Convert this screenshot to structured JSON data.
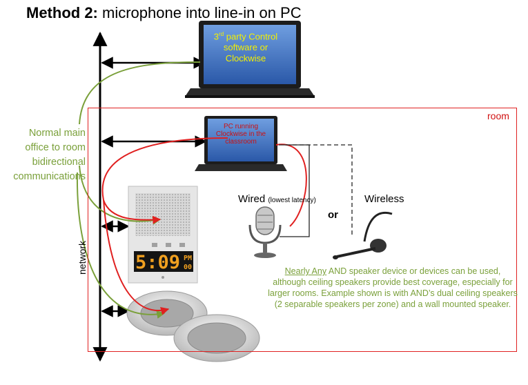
{
  "title": {
    "bold": "Method 2:",
    "rest": " microphone into line-in on PC"
  },
  "room_label": "room",
  "network_label": "network",
  "comm_label": [
    "Normal main",
    "office to room",
    "bidirectional",
    "communications"
  ],
  "laptop_top": {
    "line1_pre": "3",
    "line1_sup": "rd",
    "line1_post": " party Control",
    "line2": "software or",
    "line3": "Clockwise"
  },
  "laptop_room": {
    "line1": "PC running",
    "line2": "Clockwise in the",
    "line3": "classroom"
  },
  "wired": {
    "main": "Wired",
    "small": "(lowest latency)"
  },
  "or": "or",
  "wireless": "Wireless",
  "clock": {
    "time": "5:09",
    "ampm": "PM",
    "seconds": "00"
  },
  "footnote": {
    "underlined": "Nearly Any",
    "line1_rest": " AND speaker device or devices can be used,",
    "line2": "although ceiling speakers provide best coverage, especially for",
    "line3": "larger rooms. Example shown is with AND’s dual ceiling speakers",
    "line4": "(2 separable speakers per zone) and a wall mounted speaker."
  },
  "colors": {
    "network": "#000000",
    "audio": "#e02020",
    "comm": "#7aa03a",
    "room_box": "#e02020",
    "screen": "#3f6fc0"
  },
  "icons": [
    "laptop-icon",
    "laptop-icon",
    "wall-speaker-clock-icon",
    "microphone-icon",
    "headset-icon",
    "ceiling-speaker-icon",
    "ceiling-speaker-icon"
  ]
}
